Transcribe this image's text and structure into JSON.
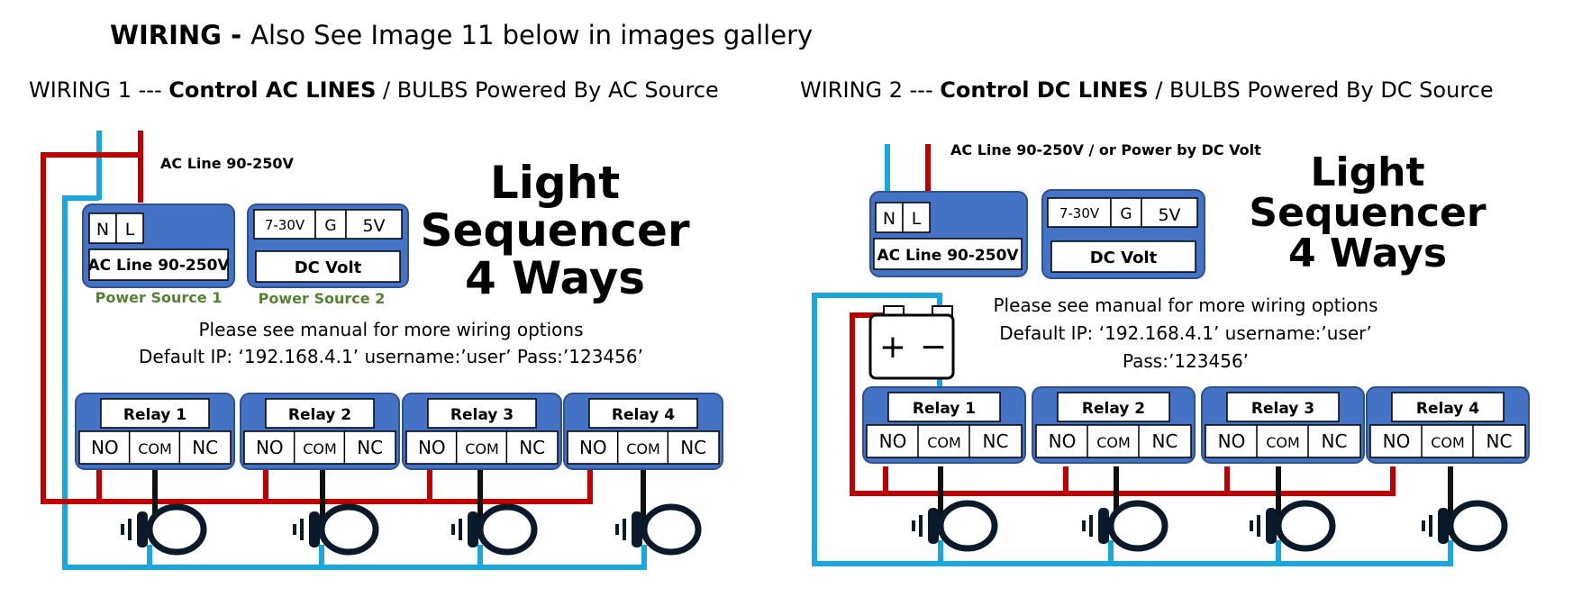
{
  "heading": {
    "bold": "WIRING - ",
    "rest": "Also See Image 11 below in images gallery"
  },
  "wiring1": {
    "prefix": "WIRING 1 --- ",
    "bold": "Control AC LINES",
    "suffix": " / BULBS Powered By AC Source",
    "ac_line_label": "AC Line 90-250V",
    "power1": {
      "n": "N",
      "l": "L",
      "name": "AC Line 90-250V",
      "caption": "Power Source 1"
    },
    "power2": {
      "v1": "7-30V",
      "g": "G",
      "v2": "5V",
      "name": "DC Volt",
      "caption": "Power Source 2"
    },
    "title": [
      "Light",
      "Sequencer",
      "4 Ways"
    ],
    "manual": "Please see manual for more wiring options",
    "default": "Default IP: ‘192.168.4.1’  username:’user’ Pass:’123456’",
    "relays": [
      {
        "name": "Relay 1",
        "no": "NO",
        "com": "COM",
        "nc": "NC"
      },
      {
        "name": "Relay 2",
        "no": "NO",
        "com": "COM",
        "nc": "NC"
      },
      {
        "name": "Relay 3",
        "no": "NO",
        "com": "COM",
        "nc": "NC"
      },
      {
        "name": "Relay 4",
        "no": "NO",
        "com": "COM",
        "nc": "NC"
      }
    ]
  },
  "wiring2": {
    "prefix": "WIRING 2 --- ",
    "bold": "Control DC LINES",
    "suffix": " / BULBS Powered By DC Source",
    "ac_line_label": "AC Line 90-250V / or Power by DC Volt",
    "power1": {
      "n": "N",
      "l": "L",
      "name": "AC Line 90-250V"
    },
    "power2": {
      "v1": "7-30V",
      "g": "G",
      "v2": "5V",
      "name": "DC Volt"
    },
    "battery": {
      "plus": "+",
      "minus": "−"
    },
    "title": [
      "Light",
      "Sequencer",
      "4 Ways"
    ],
    "manual": "Please see manual for more wiring options",
    "default_line1": "Default IP: ‘192.168.4.1’  username:’user’",
    "default_line2": "Pass:’123456’",
    "relays": [
      {
        "name": "Relay 1",
        "no": "NO",
        "com": "COM",
        "nc": "NC"
      },
      {
        "name": "Relay 2",
        "no": "NO",
        "com": "COM",
        "nc": "NC"
      },
      {
        "name": "Relay 3",
        "no": "NO",
        "com": "COM",
        "nc": "NC"
      },
      {
        "name": "Relay 4",
        "no": "NO",
        "com": "COM",
        "nc": "NC"
      }
    ]
  },
  "colors": {
    "red_wire": "#c00000",
    "blue_wire": "#1aa7e0",
    "black_wire": "#111111",
    "box_blue": "#4472c4",
    "caption_green": "#548235"
  }
}
